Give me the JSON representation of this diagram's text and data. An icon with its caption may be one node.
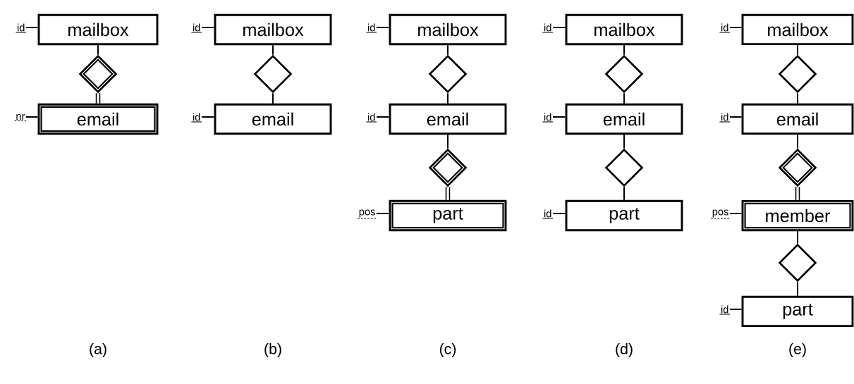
{
  "diagram": {
    "nodes": [
      {
        "text": [
          "id"
        ]
      },
      {
        "text": [
          "mailbox"
        ]
      },
      {
        "text": [],
        "shape": "diamond"
      },
      {
        "text": [
          "nr"
        ]
      },
      {
        "text": [
          "email"
        ]
      },
      {
        "text": [
          "id"
        ]
      },
      {
        "text": [
          "mailbox"
        ]
      },
      {
        "text": [],
        "shape": "diamond"
      },
      {
        "text": [
          "id"
        ]
      },
      {
        "text": [
          "email"
        ]
      },
      {
        "text": [
          "id"
        ]
      },
      {
        "text": [
          "mailbox"
        ]
      },
      {
        "text": [],
        "shape": "diamond"
      },
      {
        "text": [
          "id"
        ]
      },
      {
        "text": [
          "email"
        ]
      },
      {
        "text": [],
        "shape": "diamond"
      },
      {
        "text": [
          "pos"
        ]
      },
      {
        "text": [
          "part"
        ]
      },
      {
        "text": [
          "id"
        ]
      },
      {
        "text": [
          "mailbox"
        ]
      },
      {
        "text": [],
        "shape": "diamond"
      },
      {
        "text": [
          "id"
        ]
      },
      {
        "text": [
          "email"
        ]
      },
      {
        "text": [],
        "shape": "diamond"
      },
      {
        "text": [
          "id"
        ]
      },
      {
        "text": [
          "part"
        ]
      },
      {
        "text": [
          "id"
        ]
      },
      {
        "text": [
          "mailbox"
        ]
      },
      {
        "text": [],
        "shape": "diamond"
      },
      {
        "text": [
          "id"
        ]
      },
      {
        "text": [
          "email"
        ]
      },
      {
        "text": [],
        "shape": "diamond"
      },
      {
        "text": [
          "pos"
        ]
      },
      {
        "text": [
          "member"
        ]
      },
      {
        "text": [],
        "shape": "diamond"
      },
      {
        "text": [
          "id"
        ]
      },
      {
        "text": [
          "part"
        ]
      }
    ],
    "edges": [
      {
        "from": 0,
        "to": 1,
        "arrow": "none"
      },
      {
        "from": 1,
        "to": 2,
        "arrow": "none"
      },
      {
        "from": 2,
        "to": 4,
        "arrow": "none",
        "style": "thick"
      },
      {
        "from": 3,
        "to": 4,
        "arrow": "none"
      },
      {
        "from": 5,
        "to": 6,
        "arrow": "none"
      },
      {
        "from": 6,
        "to": 7,
        "arrow": "none"
      },
      {
        "from": 7,
        "to": 9,
        "arrow": "none"
      },
      {
        "from": 8,
        "to": 9,
        "arrow": "none"
      },
      {
        "from": 10,
        "to": 11,
        "arrow": "none"
      },
      {
        "from": 11,
        "to": 12,
        "arrow": "none"
      },
      {
        "from": 12,
        "to": 14,
        "arrow": "none"
      },
      {
        "from": 13,
        "to": 14,
        "arrow": "none"
      },
      {
        "from": 14,
        "to": 15,
        "arrow": "none"
      },
      {
        "from": 15,
        "to": 17,
        "arrow": "none",
        "style": "thick"
      },
      {
        "from": 16,
        "to": 17,
        "arrow": "none"
      },
      {
        "from": 18,
        "to": 19,
        "arrow": "none"
      },
      {
        "from": 19,
        "to": 20,
        "arrow": "none"
      },
      {
        "from": 20,
        "to": 22,
        "arrow": "none"
      },
      {
        "from": 21,
        "to": 22,
        "arrow": "none"
      },
      {
        "from": 22,
        "to": 23,
        "arrow": "none"
      },
      {
        "from": 23,
        "to": 25,
        "arrow": "none"
      },
      {
        "from": 24,
        "to": 25,
        "arrow": "none"
      },
      {
        "from": 26,
        "to": 27,
        "arrow": "none"
      },
      {
        "from": 27,
        "to": 28,
        "arrow": "none"
      },
      {
        "from": 28,
        "to": 30,
        "arrow": "none"
      },
      {
        "from": 29,
        "to": 30,
        "arrow": "none"
      },
      {
        "from": 30,
        "to": 31,
        "arrow": "none"
      },
      {
        "from": 31,
        "to": 33,
        "arrow": "none",
        "style": "thick"
      },
      {
        "from": 32,
        "to": 33,
        "arrow": "none"
      },
      {
        "from": 33,
        "to": 34,
        "arrow": "none"
      },
      {
        "from": 34,
        "to": 36,
        "arrow": "none"
      },
      {
        "from": 35,
        "to": 36,
        "arrow": "none"
      }
    ],
    "labels": [
      "(a)",
      "(b)",
      "(c)",
      "(d)",
      "(e)"
    ]
  }
}
